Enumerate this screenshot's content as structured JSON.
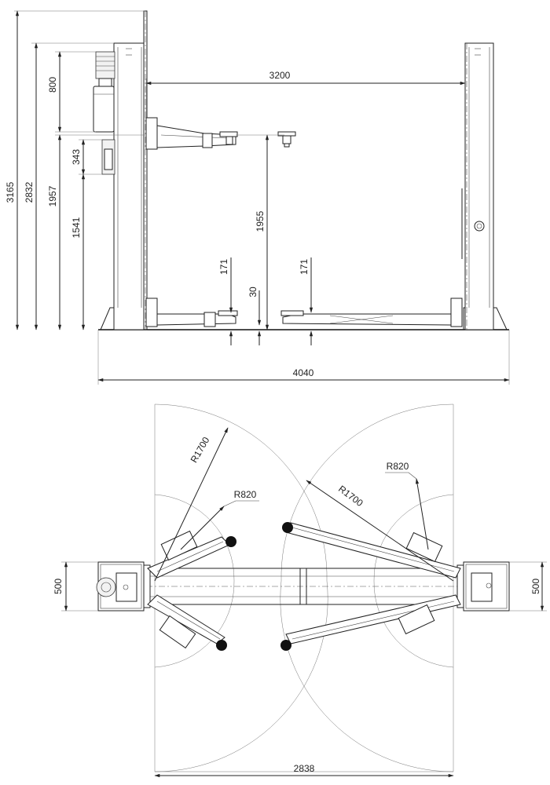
{
  "side_view": {
    "dimensions": {
      "total_height": "3165",
      "column_height": "2832",
      "max_lift_height": "1957",
      "mid_height": "1541",
      "motor_height": "800",
      "pad_offset": "343",
      "between_columns": "3200",
      "lift_travel": "1955",
      "pad_height_left": "171",
      "base_height": "30",
      "pad_height_right": "171",
      "overall_width": "4040"
    }
  },
  "top_view": {
    "dimensions": {
      "arm_radius_left": "R1700",
      "pad_radius_left": "R820",
      "arm_radius_right": "R1700",
      "pad_radius_right": "R820",
      "column_depth_left": "500",
      "column_depth_right": "500",
      "inner_width": "2838"
    }
  }
}
